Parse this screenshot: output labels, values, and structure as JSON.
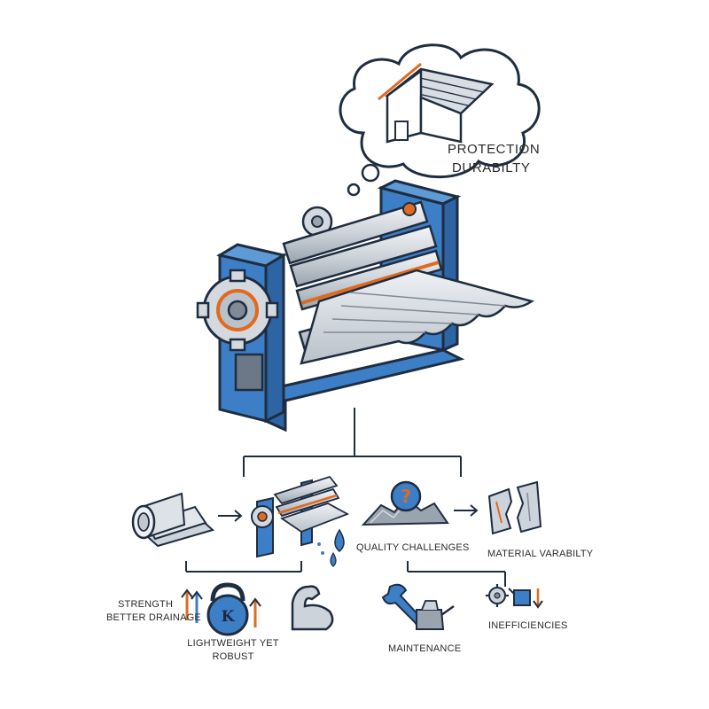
{
  "thought": {
    "line1": "PROTECTION",
    "line2": "DURABILTY"
  },
  "benefits": {
    "line1": "STRENGTH",
    "line2": "BETTER DRAINAGE",
    "kettlebell_letter": "K",
    "lightweight_line1": "LIGHTWEIGHT YET",
    "lightweight_line2": "ROBUST"
  },
  "challenges": {
    "quality": "QUALITY CHALLENGES",
    "question_mark": "?",
    "material": "MATERIAL VARABILTY",
    "maintenance": "MAINTENANCE",
    "inefficiencies": "INEFFICIENCIES"
  },
  "colors": {
    "machine_blue": "#3d7fc6",
    "accent_orange": "#e06a1f",
    "outline": "#1f2d40",
    "metal": "#d9dee4"
  }
}
